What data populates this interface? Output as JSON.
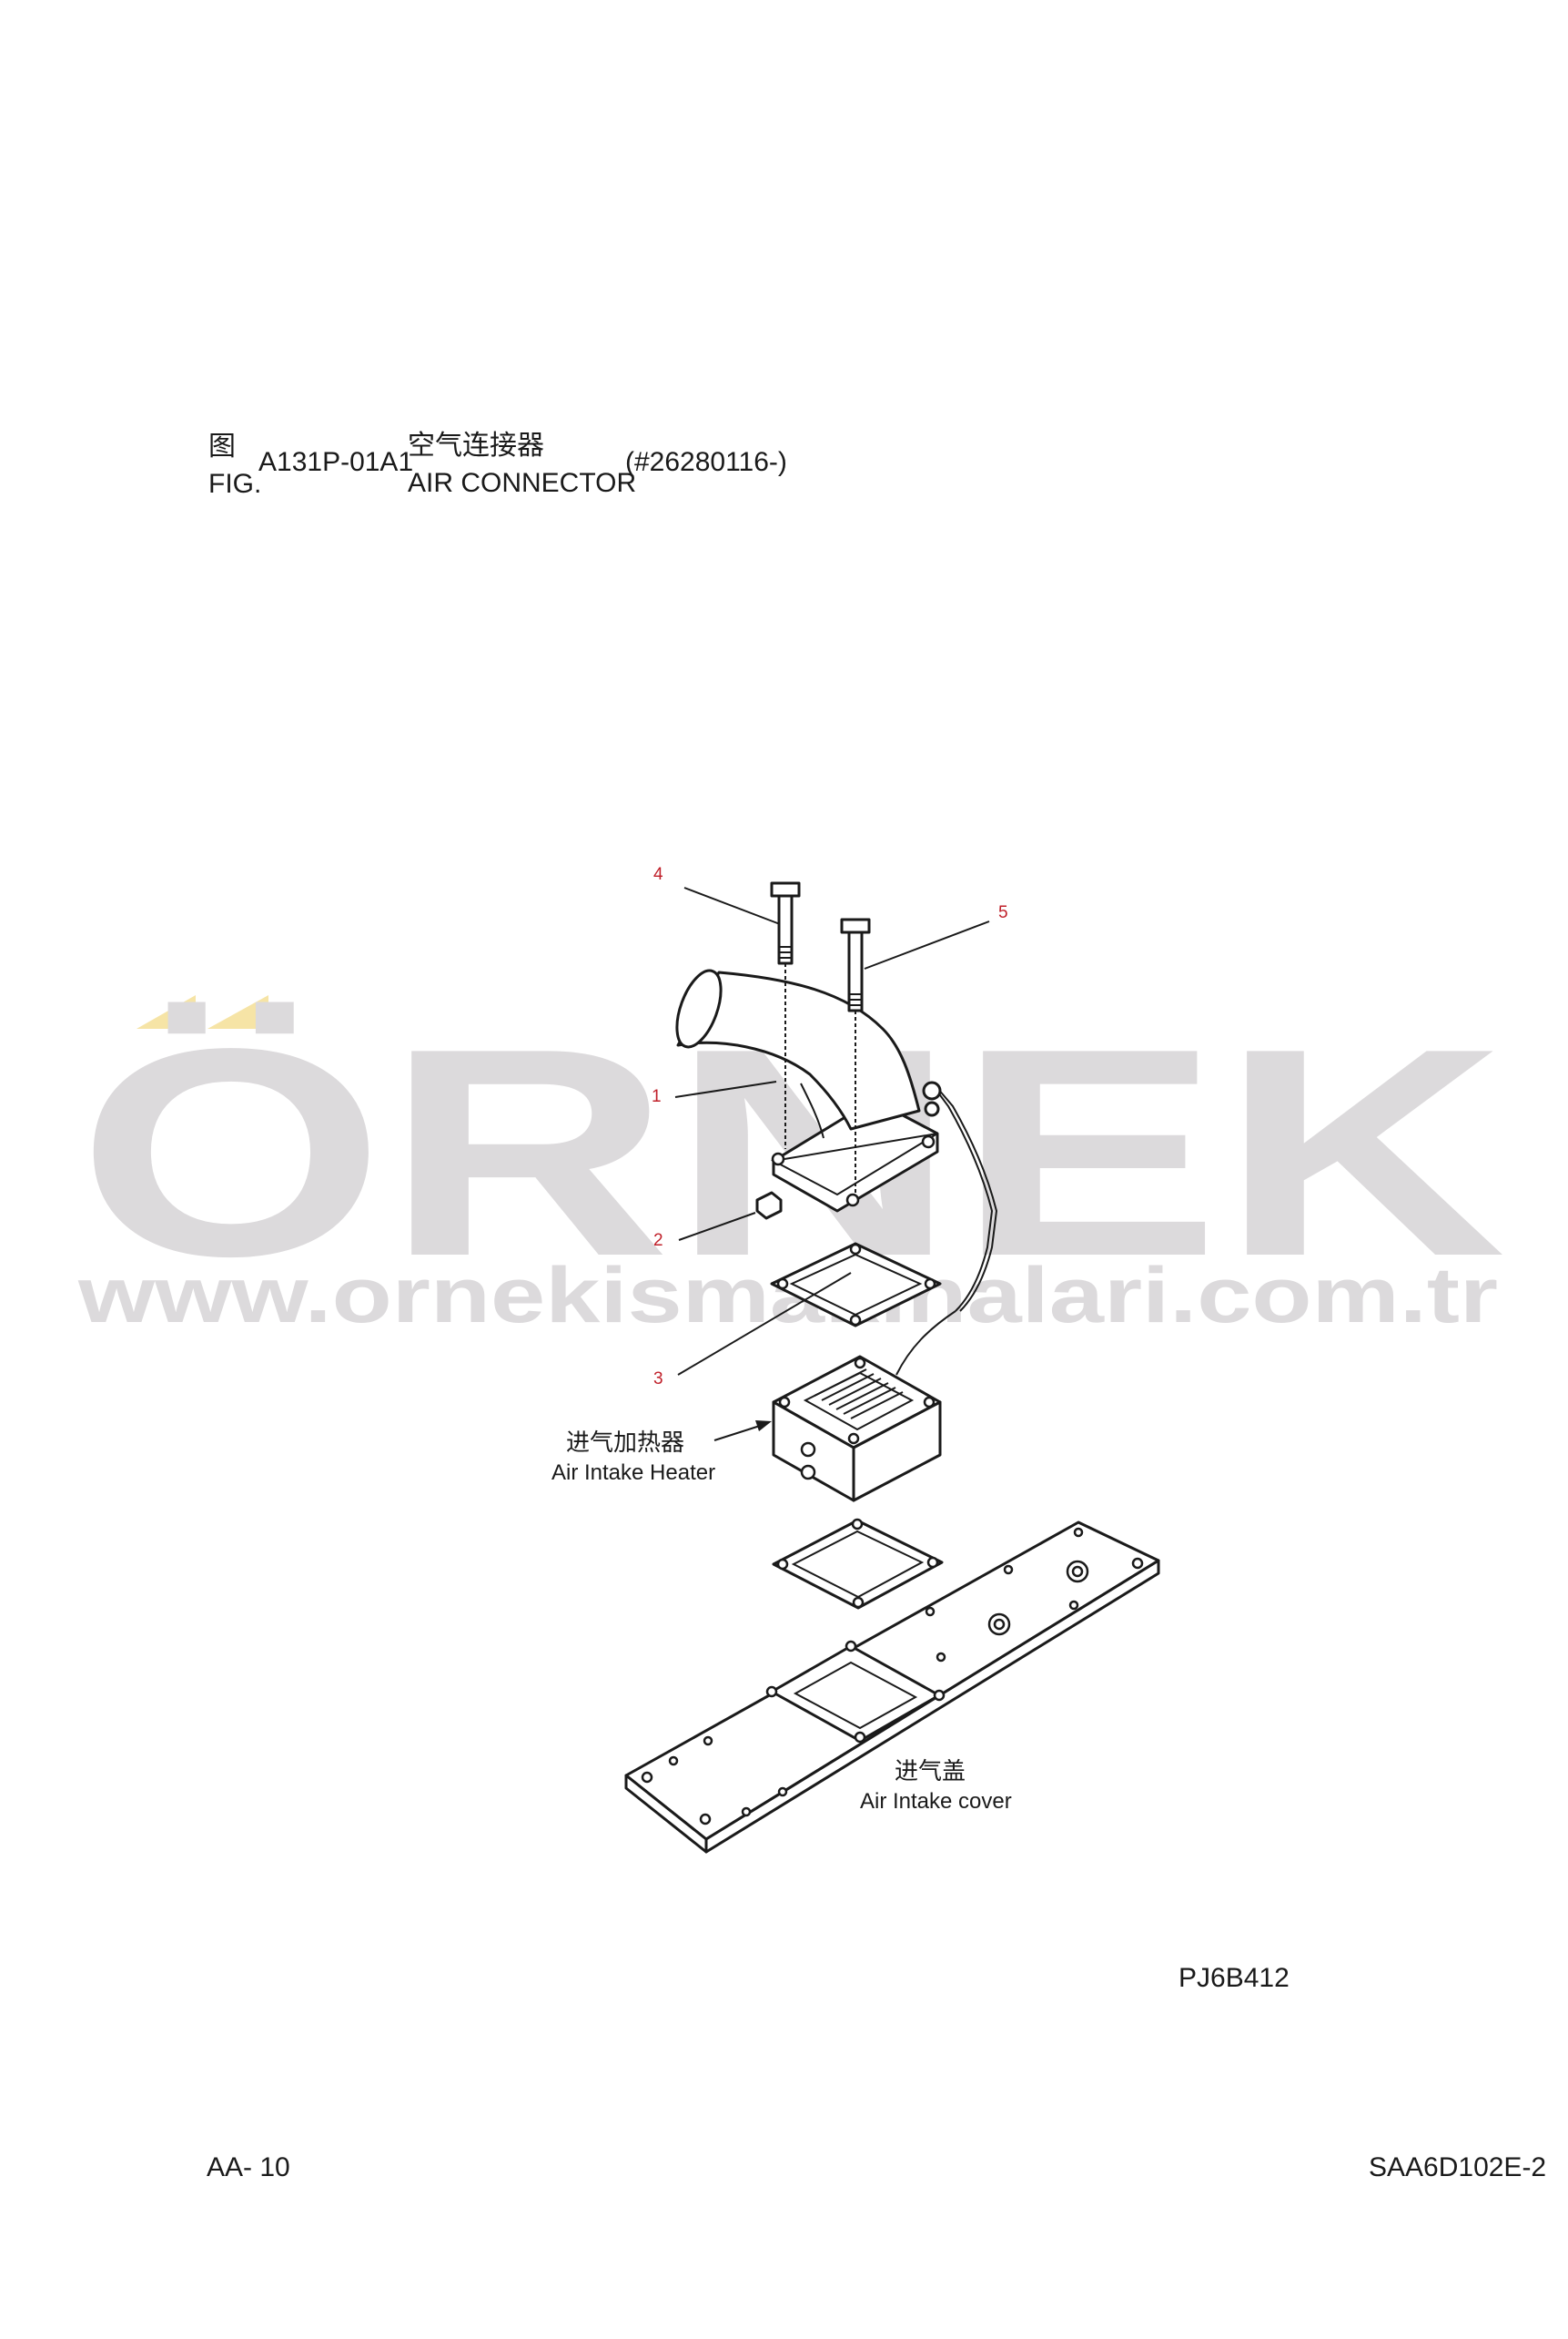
{
  "header": {
    "fig_cn": "图",
    "fig_en": "FIG.",
    "fig_no": "A131P-01A1",
    "title_cn": "空气连接器",
    "title_en": "AIR CONNECTOR",
    "serial": "(#26280116-)"
  },
  "watermark": {
    "brand": "ÖRNEK",
    "url": "www.ornekismakinalari.com.tr",
    "brand_color": "#dcdadc",
    "accent_color": "#f6e4a6"
  },
  "callouts": [
    {
      "no": "4"
    },
    {
      "no": "5"
    },
    {
      "no": "1"
    },
    {
      "no": "2"
    },
    {
      "no": "3"
    }
  ],
  "labels": {
    "heater_cn": "进气加热器",
    "heater_en": "Air Intake Heater",
    "cover_cn": "进气盖",
    "cover_en": "Air Intake cover"
  },
  "drawing_code": "PJ6B412",
  "footer": {
    "page": "AA- 10",
    "model": "SAA6D102E-2"
  },
  "colors": {
    "callout": "#c0202a",
    "line": "#1a1a1a"
  }
}
